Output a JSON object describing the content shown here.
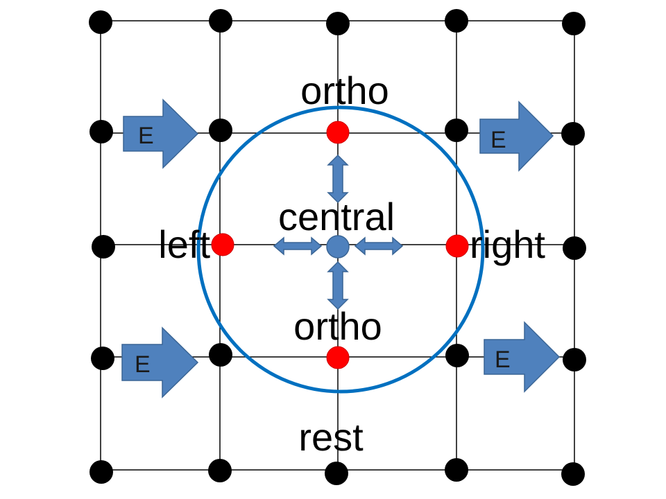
{
  "labels": {
    "ortho_top": "ortho",
    "central": "central",
    "left": "left",
    "right": "right",
    "ortho_bottom": "ortho",
    "rest": "rest"
  },
  "field_arrow_label": "E",
  "colors": {
    "grid_line": "#000000",
    "black_node": "#000000",
    "red_node": "#ff0000",
    "central_node": "#4f81bd",
    "circle": "#0070c0",
    "arrow_fill": "#4f81bd",
    "arrow_stroke": "#3a6595"
  }
}
